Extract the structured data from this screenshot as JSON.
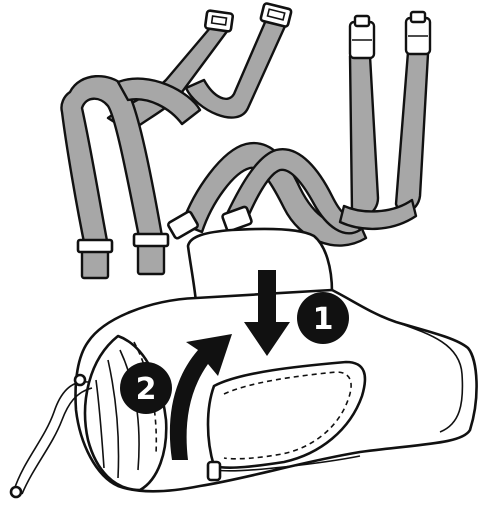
{
  "figure": {
    "steps": [
      {
        "number": "1"
      },
      {
        "number": "2"
      }
    ],
    "colors": {
      "strap_fill": "#a7a7a7",
      "outline": "#111111",
      "background": "#ffffff"
    },
    "icons": [
      "shoulder-strap",
      "hip-belt-with-buckles",
      "stuff-sack",
      "press-down-arrow",
      "roll-up-arrow"
    ]
  }
}
